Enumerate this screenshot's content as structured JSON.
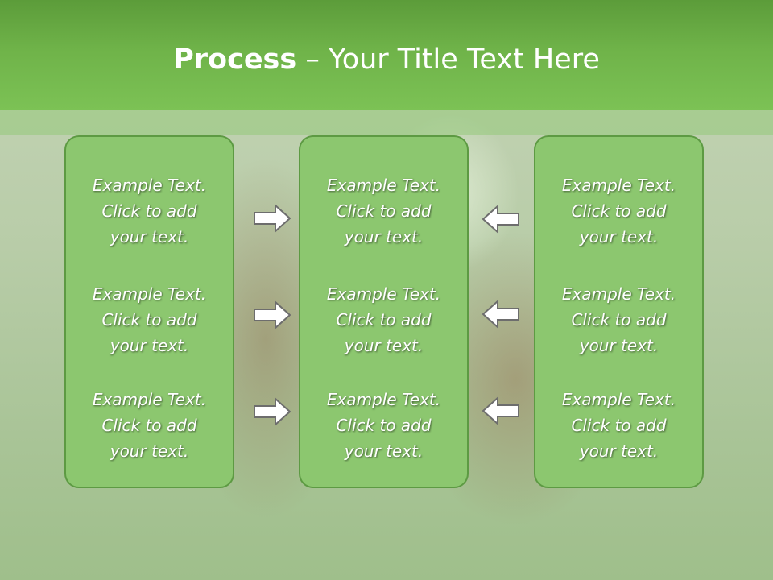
{
  "slide": {
    "title_bold": "Process",
    "title_rest": " – Your Title Text Here"
  },
  "columns": [
    {
      "items": [
        "Example Text.\nClick  to add\nyour text.",
        "Example Text.\nClick  to add\nyour text.",
        "Example Text.\nClick  to add\nyour text."
      ]
    },
    {
      "items": [
        "Example Text.\nClick  to add\nyour text.",
        "Example Text.\nClick  to add\nyour text.",
        "Example Text.\nClick  to add\nyour text."
      ]
    },
    {
      "items": [
        "Example Text.\nClick  to add\nyour text.",
        "Example Text.\nClick  to add\nyour text.",
        "Example Text.\nClick  to add\nyour text."
      ]
    }
  ],
  "icons": {
    "left_arrows": "right-arrow-icon",
    "right_arrows": "left-arrow-icon"
  },
  "colors": {
    "header": "#6fb349",
    "box_fill": "#8cc76f",
    "box_border": "#5d9a43"
  }
}
